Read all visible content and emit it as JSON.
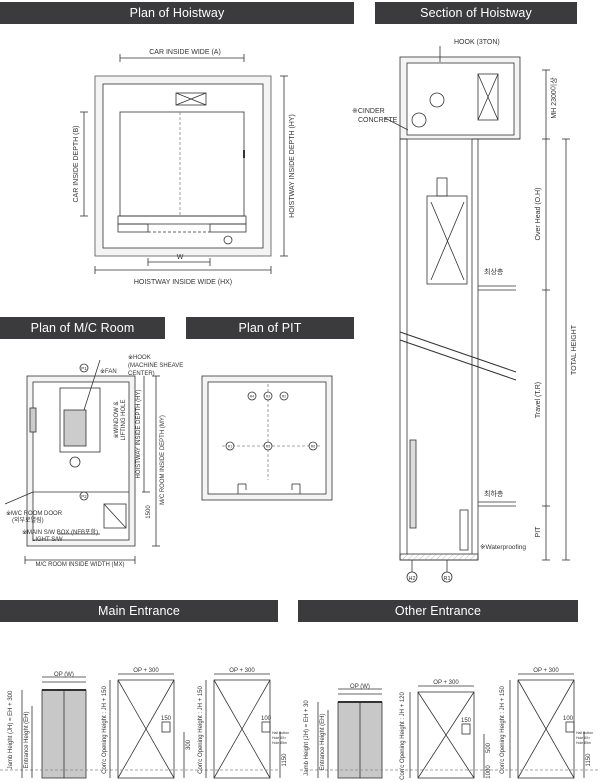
{
  "headers": {
    "plan_hoistway": "Plan of Hoistway",
    "section_hoistway": "Section of Hoistway",
    "plan_mc": "Plan of M/C Room",
    "plan_pit": "Plan of PIT",
    "main_entrance": "Main Entrance",
    "other_entrance": "Other Entrance"
  },
  "plan_hoistway": {
    "car_inside_wide": "CAR INSIDE WIDE (A)",
    "car_inside_depth": "CAR INSIDE DEPTH (B)",
    "hoistway_inside_depth": "HOISTWAY INSIDE DEPTH (HY)",
    "hoistway_inside_wide": "HOISTWAY INSIDE WIDE (HX)",
    "w": "W"
  },
  "section": {
    "hook": "HOOK (3TON)",
    "cinder_1": "※CINDER",
    "cinder_2": "CONCRETE",
    "mh": "MH 2300이상",
    "overhead": "Over Head (O.H)",
    "total_height": "TOTAL HEIGHT",
    "travel": "Travel (T.R)",
    "pit": "PIT",
    "top_floor": "최상층",
    "bottom_floor": "최하층",
    "waterproofing": "※Waterproofing",
    "h2": "H2",
    "r1": "R1"
  },
  "mc_room": {
    "p1": "P1",
    "p2": "P2",
    "fan": "※FAN",
    "hook_1": "※HOOK",
    "hook_2": "(MACHINE SHEAVE",
    "hook_3": "CENTER)",
    "window_1": "※WINDOW &",
    "window_2": "LIFTING HOLE",
    "hw_depth": "HOISTWAY INSIDE DEPTH (HY)",
    "mc_depth": "M/C ROOM INSIDE DEPTH (MY)",
    "dim_1500": "1500",
    "door_1": "※M/C ROOM DOOR",
    "door_2": "(외부로열림)",
    "switch_1": "※MAIN S/W BOX (NFB포함)",
    "switch_2": "LIGHT S/W",
    "mc_width": "M/C ROOM INSIDE WIDTH (MX)"
  },
  "pit": {
    "r_labels": [
      "R4",
      "R3",
      "R2",
      "R1",
      "R5",
      "R6"
    ]
  },
  "entrance": {
    "op_w": "OP (W)",
    "op_300": "OP + 300",
    "jamb": "Jamb Height (JH) = EH + 300",
    "entrance_h": "Entrance Height (EH)",
    "con_jh150": "Con'c Opening Height : JH + 150",
    "con_jh120": "Con'c Opening Height : JH + 120",
    "dim_150": "150",
    "dim_300": "300",
    "dim_100": "100",
    "dim_500": "500",
    "dim_1000": "1000",
    "dim_1150": "1150",
    "jamb_other": "Jamb Height (JH) = EH + 30",
    "hall_btn_1": "Hall Button",
    "hall_btn_2": "Hole 60×",
    "hall_btn_3": "Hole 85m"
  }
}
